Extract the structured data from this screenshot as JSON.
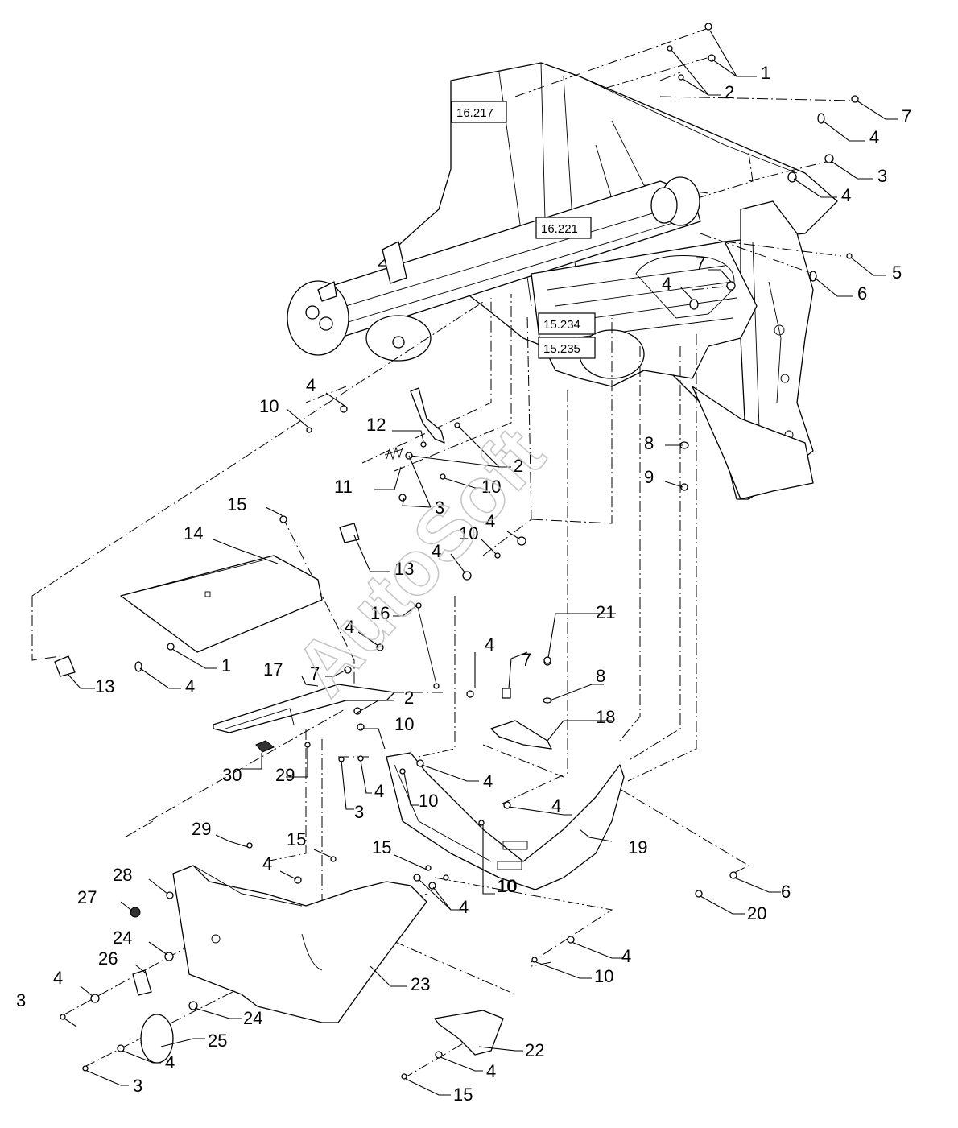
{
  "watermark": "AutoSoft",
  "references": [
    {
      "id": "ref-16-217",
      "label": "16.217"
    },
    {
      "id": "ref-16-221",
      "label": "16.221"
    },
    {
      "id": "ref-15-234",
      "label": "15.234"
    },
    {
      "id": "ref-15-235",
      "label": "15.235"
    }
  ],
  "callouts": [
    "1",
    "2",
    "7",
    "4",
    "3",
    "4",
    "5",
    "6",
    "7",
    "4",
    "4",
    "10",
    "12",
    "2",
    "10",
    "3",
    "11",
    "8",
    "9",
    "15",
    "14",
    "13",
    "10",
    "4",
    "4",
    "1",
    "13",
    "4",
    "7",
    "4",
    "16",
    "4",
    "7",
    "21",
    "17",
    "2",
    "8",
    "10",
    "18",
    "30",
    "29",
    "4",
    "3",
    "10",
    "4",
    "4",
    "10",
    "19",
    "29",
    "15",
    "4",
    "15",
    "28",
    "27",
    "4",
    "10",
    "6",
    "20",
    "24",
    "26",
    "4",
    "3",
    "4",
    "10",
    "23",
    "24",
    "25",
    "4",
    "3",
    "22",
    "4",
    "15"
  ]
}
